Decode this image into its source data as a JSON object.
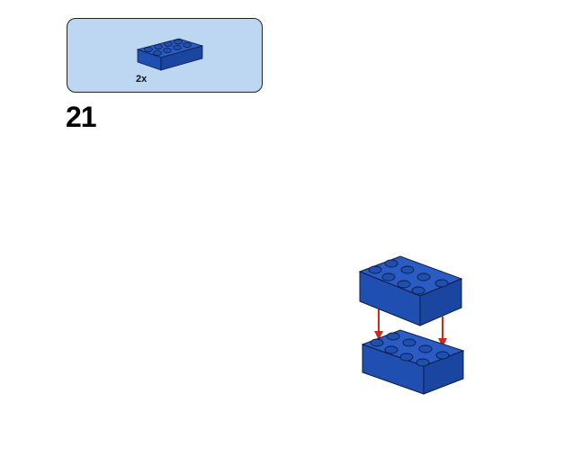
{
  "parts_list": {
    "items": [
      {
        "part": "brick-2x4",
        "color_name": "blue",
        "quantity_label": "2x"
      }
    ]
  },
  "step": {
    "number": "21"
  },
  "colors": {
    "brick_blue": "#1f4fb0",
    "brick_top": "#2a5cc4",
    "brick_dark": "#143a88",
    "arrow_red": "#cc2a1e",
    "parts_box_bg": "#bdd7f2"
  }
}
